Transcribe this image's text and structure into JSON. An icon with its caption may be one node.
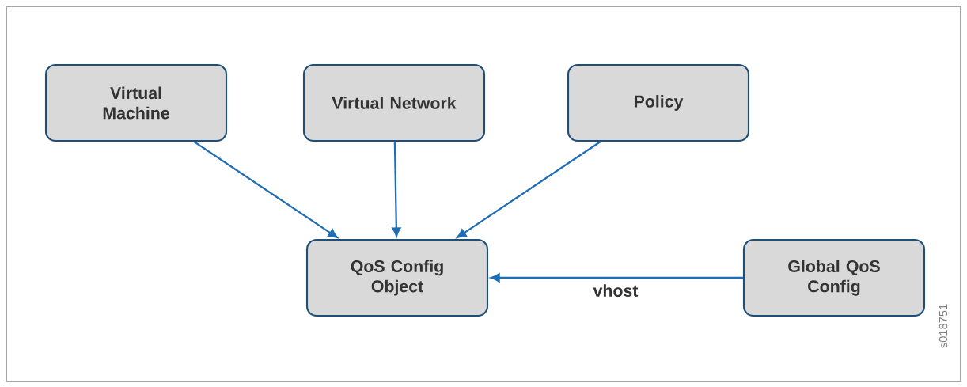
{
  "diagram": {
    "nodes": [
      {
        "text": [
          "Virtual Machine"
        ]
      },
      {
        "text": [
          "Virtual Network"
        ]
      },
      {
        "text": [
          "Policy"
        ]
      },
      {
        "text": [
          "QoS Config Object"
        ]
      },
      {
        "text": [
          "Global QoS Config"
        ]
      }
    ],
    "edges": [
      {
        "from": 0,
        "to": 3,
        "arrow": "to"
      },
      {
        "from": 1,
        "to": 3,
        "arrow": "to"
      },
      {
        "from": 2,
        "to": 3,
        "arrow": "to"
      },
      {
        "from": 4,
        "to": 3,
        "arrow": "to",
        "label": "vhost"
      }
    ],
    "labels": [
      "s018751"
    ]
  }
}
